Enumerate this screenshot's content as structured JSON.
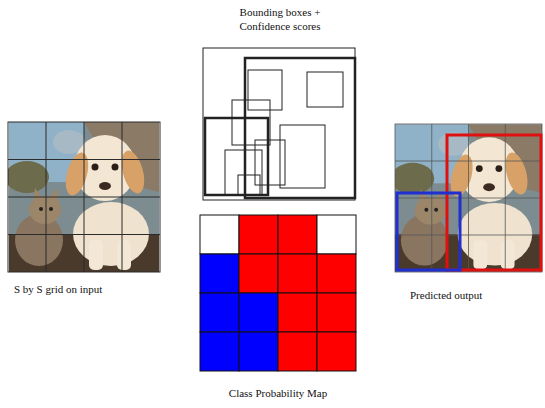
{
  "diagram": {
    "labels": [
      "Bounding boxes + Confidence scores",
      "S by S grid on input",
      "Predicted output",
      "Class Probability Map"
    ]
  }
}
